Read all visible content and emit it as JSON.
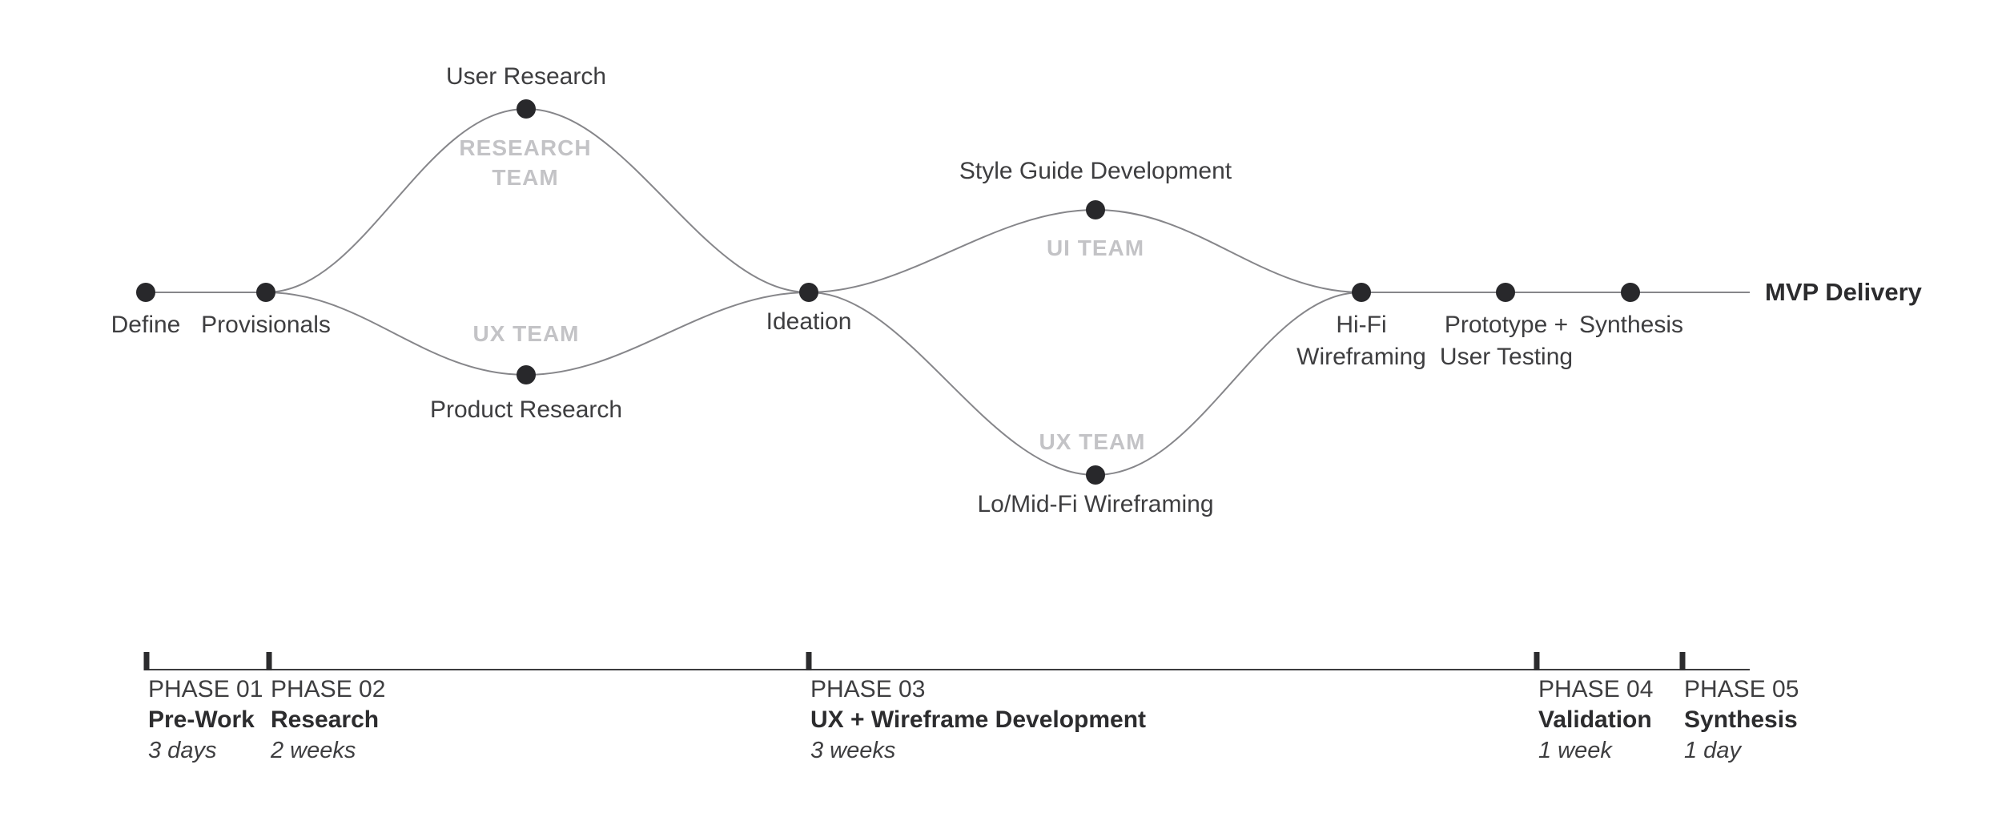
{
  "diagram": {
    "nodes": {
      "define": "Define",
      "provisionals": "Provisionals",
      "user_research": "User Research",
      "product_research": "Product Research",
      "ideation": "Ideation",
      "style_guide": "Style Guide Development",
      "lo_mid_fi": "Lo/Mid-Fi Wireframing",
      "hifi_wireframing": "Hi-Fi\nWireframing",
      "prototype_user_testing": "Prototype +\nUser Testing",
      "synthesis": "Synthesis"
    },
    "teams": {
      "research": "RESEARCH\nTEAM",
      "ux_research": "UX TEAM",
      "ui": "UI TEAM",
      "ux_wireframe": "UX TEAM"
    },
    "end_label": "MVP Delivery"
  },
  "timeline": {
    "phases": [
      {
        "phase": "PHASE 01",
        "name": "Pre-Work",
        "duration": "3 days"
      },
      {
        "phase": "PHASE 02",
        "name": "Research",
        "duration": "2 weeks"
      },
      {
        "phase": "PHASE 03",
        "name": "UX + Wireframe Development",
        "duration": "3 weeks"
      },
      {
        "phase": "PHASE 04",
        "name": "Validation",
        "duration": "1 week"
      },
      {
        "phase": "PHASE 05",
        "name": "Synthesis",
        "duration": "1 day"
      }
    ]
  },
  "colors": {
    "node_dot": "#28282b",
    "flow_line": "#86868a",
    "timeline_line": "#3c3c3e",
    "label_text": "#3e3e40",
    "bold_text": "#2c2c2e",
    "team_text": "#c3c3c6",
    "background": "#ffffff"
  }
}
